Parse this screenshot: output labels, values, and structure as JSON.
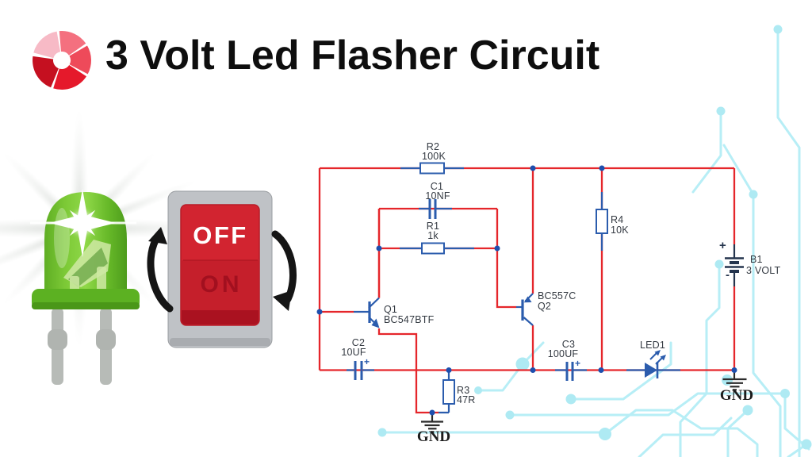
{
  "header": {
    "title": "3 Volt Led Flasher Circuit"
  },
  "toggle_switch": {
    "off_label": "OFF",
    "on_label": "ON"
  },
  "schematic": {
    "labels": {
      "r2_ref": "R2",
      "r2_val": "100K",
      "c1_ref": "C1",
      "c1_val": "10NF",
      "r1_ref": "R1",
      "r1_val": "1k",
      "r4_ref": "R4",
      "r4_val": "10K",
      "q1_ref": "Q1",
      "q1_val": "BC547BTF",
      "q2_val": "BC557C",
      "q2_ref": "Q2",
      "c2_ref": "C2",
      "c2_val": "10UF",
      "c3_ref": "C3",
      "c3_val": "100UF",
      "r3_ref": "R3",
      "r3_val": "47R",
      "led_ref": "LED1",
      "b1_ref": "B1",
      "b1_val": "3 VOLT",
      "gnd_center": "GND",
      "gnd_right": "GND",
      "c2_plus": "+",
      "c3_plus": "+",
      "bat_plus": "+",
      "bat_minus": "-"
    },
    "components": [
      {
        "ref": "R2",
        "value": "100K",
        "type": "resistor"
      },
      {
        "ref": "R1",
        "value": "1k",
        "type": "resistor"
      },
      {
        "ref": "R3",
        "value": "47R",
        "type": "resistor"
      },
      {
        "ref": "R4",
        "value": "10K",
        "type": "resistor"
      },
      {
        "ref": "C1",
        "value": "10NF",
        "type": "capacitor"
      },
      {
        "ref": "C2",
        "value": "10UF",
        "type": "electrolytic-capacitor"
      },
      {
        "ref": "C3",
        "value": "100UF",
        "type": "electrolytic-capacitor"
      },
      {
        "ref": "Q1",
        "value": "BC547BTF",
        "type": "npn-transistor"
      },
      {
        "ref": "Q2",
        "value": "BC557C",
        "type": "pnp-transistor"
      },
      {
        "ref": "LED1",
        "value": "",
        "type": "led"
      },
      {
        "ref": "B1",
        "value": "3 VOLT",
        "type": "battery"
      }
    ],
    "colors": {
      "wire": "#e5262b",
      "symbol": "#2b5cad",
      "junction": "#1d4fae",
      "battery": "#24344d",
      "pcb_trace": "#b7eef6",
      "logo_reds": [
        "#f7bac6",
        "#f4707f",
        "#ee4a5a",
        "#e5192b",
        "#c51020"
      ]
    }
  }
}
